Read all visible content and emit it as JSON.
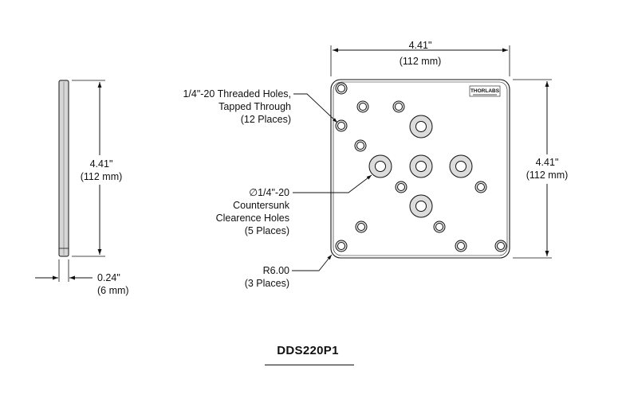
{
  "side_view": {
    "height_in": "4.41\"",
    "height_mm": "(112 mm)",
    "thickness_in": "0.24\"",
    "thickness_mm": "(6 mm)"
  },
  "top_view": {
    "width_in": "4.41\"",
    "width_mm": "(112 mm)",
    "height_in": "4.41\"",
    "height_mm": "(112 mm)",
    "logo_text": "THORLABS"
  },
  "callouts": {
    "threaded_line1": "1/4\"-20 Threaded Holes,",
    "threaded_line2": "Tapped Through",
    "threaded_line3": "(12 Places)",
    "countersunk_line1": "∅1/4\"-20",
    "countersunk_line2": "Countersunk",
    "countersunk_line3": "Clearence Holes",
    "countersunk_line4": "(5 Places)",
    "radius_line1": "R6.00",
    "radius_line2": "(3 Places)"
  },
  "part_number": "DDS220P1"
}
